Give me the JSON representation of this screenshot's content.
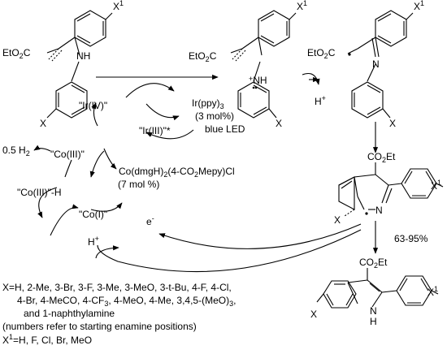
{
  "reagents": {
    "ir_iv": "\"Ir(IV)\"",
    "ir_ppy": "Ir(ppy)",
    "ir_ppy_sub": "3",
    "ir_loading": "(3 mol%)",
    "ir_iii_star": "\"Ir(III)\"*",
    "light": "blue LED",
    "co_cat_a": "Co(dmgH)",
    "co_cat_sub": "2",
    "co_cat_b": "(4-CO",
    "co_cat_sub2": "2",
    "co_cat_c": "Mepy)Cl",
    "co_loading": "(7 mol %)",
    "co_iii": "\"Co(III)\"",
    "co_iii_h": "\"Co(III)\"-H",
    "co_i": "\"Co(I)\"",
    "h2_prefix": "0.5 H",
    "h2_sub": "2",
    "electron": "e",
    "electron_sup": "-",
    "proton": "H",
    "proton_sup": "+",
    "proton2": "H",
    "proton2_sup": "+",
    "yield": "63-95%"
  },
  "labels": {
    "x1_a": "X",
    "x1_a_sup": "1",
    "x1_b": "X",
    "x1_b_sup": "1",
    "x1_c": "X",
    "x1_c_sup": "1",
    "x1_d": "X",
    "x1_d_sup": "1",
    "x1_e": "X",
    "x1_e_sup": "1",
    "x_a": "X",
    "x_b": "X",
    "x_c": "X",
    "x_d": "X",
    "x_e": "X",
    "eto2c_a": "EtO",
    "eto2c_a_sub": "2",
    "eto2c_a_c": "C",
    "eto2c_b": "EtO",
    "eto2c_b_sub": "2",
    "eto2c_b_c": "C",
    "eto2c_c": "EtO",
    "eto2c_c_sub": "2",
    "eto2c_c_c": "C",
    "co2et_a": "CO",
    "co2et_a_sub": "2",
    "co2et_a_et": "Et",
    "co2et_b": "CO",
    "co2et_b_sub": "2",
    "co2et_b_et": "Et",
    "nh_a": "NH",
    "nh_b": "NH",
    "n_imine": "N",
    "n_ring": "N",
    "nh_ring": "N",
    "nh_ring_h": "H"
  },
  "notes": {
    "x_line1": "X=H, 2-Me, 3-Br, 3-F, 3-Me, 3-MeO, 3-t-Bu, 4-F, 4-Cl,",
    "x_line2_a": "4-Br, 4-MeCO, 4-CF",
    "x_line2_sub": "3",
    "x_line2_b": ", 4-MeO, 4-Me, 3,4,5-(MeO)",
    "x_line2_sub2": "3",
    "x_line2_c": ",",
    "x_line3": "and 1-naphthylamine",
    "x_line4": "(numbers refer to starting enamine positions)",
    "x1_line": "X",
    "x1_line_sup": "1",
    "x1_line_rest": "=H, F, Cl, Br, MeO"
  }
}
